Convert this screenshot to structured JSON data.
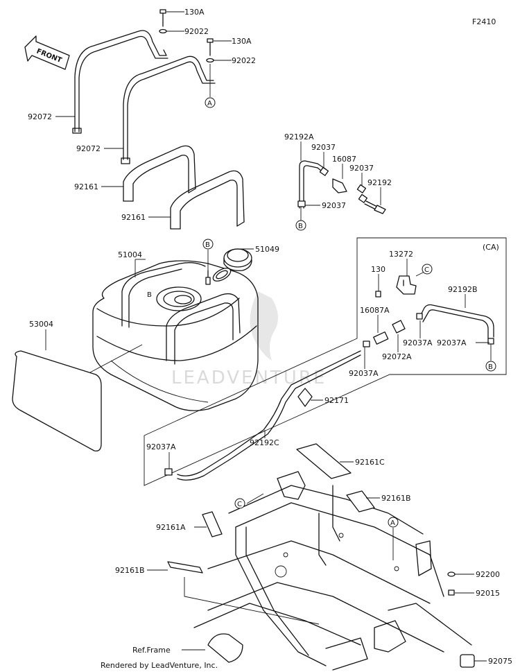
{
  "figure_code": "F2410",
  "front_label": "FRONT",
  "watermark": "LEADVENTURE",
  "footer": "Rendered by LeadVenture, Inc.",
  "variant_label": "(CA)",
  "ref_frame": "Ref.Frame",
  "callouts": {
    "A": "A",
    "B": "B",
    "C": "C",
    "tank_B": "B"
  },
  "parts": {
    "p130A_1": "130A",
    "p92022_1": "92022",
    "p130A_2": "130A",
    "p92022_2": "92022",
    "p92072_1": "92072",
    "p92072_2": "92072",
    "p92161_1": "92161",
    "p92161_2": "92161",
    "p92192A": "92192A",
    "p92037_1": "92037",
    "p16087": "16087",
    "p92037_2": "92037",
    "p92192": "92192",
    "p92037_3": "92037",
    "p51004": "51004",
    "p51049": "51049",
    "p53004": "53004",
    "p130": "130",
    "p13272": "13272",
    "p92192B": "92192B",
    "p16087A": "16087A",
    "p92037A_1": "92037A",
    "p92072A": "92072A",
    "p92037A_2": "92037A",
    "p92037A_3": "92037A",
    "p92171": "92171",
    "p92037A_4": "92037A",
    "p92192C": "92192C",
    "p92161C": "92161C",
    "p92161B_1": "92161B",
    "p92161A": "92161A",
    "p92161B_2": "92161B",
    "p92200": "92200",
    "p92015": "92015",
    "p92075": "92075"
  }
}
